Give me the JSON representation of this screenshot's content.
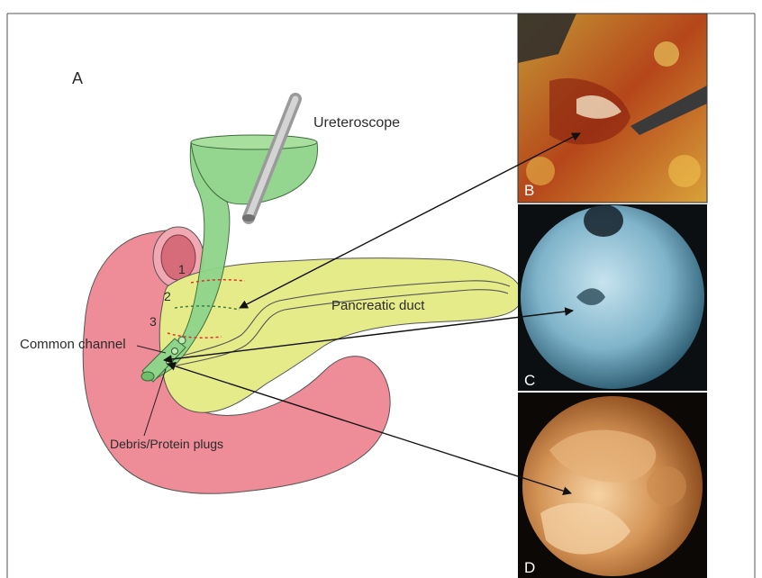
{
  "panels": {
    "a": "A",
    "b": "B",
    "c": "C",
    "d": "D"
  },
  "labels": {
    "ureteroscope": "Ureteroscope",
    "pancreatic_duct": "Pancreatic duct",
    "common_channel": "Common channel",
    "debris": "Debris/Protein plugs",
    "level_1": "1",
    "level_2": "2",
    "level_3": "3"
  },
  "colors": {
    "duodenum": "#ee8c98",
    "pancreas": "#e6eb8a",
    "scope": "#8fd48a",
    "dashed_red": "#d8342c",
    "dashed_green": "#3e7d3a"
  }
}
